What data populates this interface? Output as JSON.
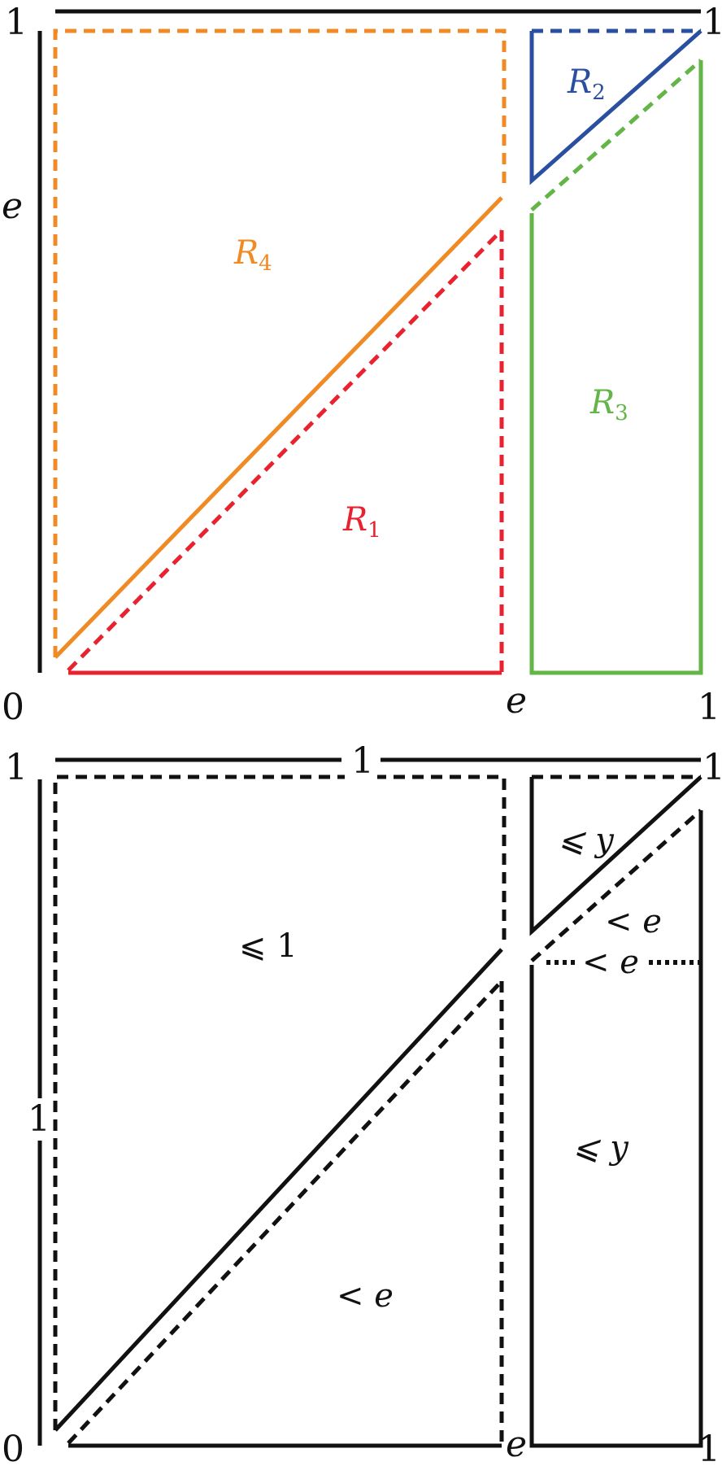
{
  "colors": {
    "black": "#111111",
    "red": "#e8222e",
    "blue": "#2a4fa0",
    "green": "#62b546",
    "orange": "#f08a24"
  },
  "top_panel": {
    "axis_labels": {
      "origin": "0",
      "x_e": "e",
      "x_one": "1",
      "y_one": "1",
      "y_e": "e",
      "corner_one": "1"
    },
    "regions": {
      "r1": {
        "main": "R",
        "sub": "1"
      },
      "r2": {
        "main": "R",
        "sub": "2"
      },
      "r3": {
        "main": "R",
        "sub": "3"
      },
      "r4": {
        "main": "R",
        "sub": "4"
      }
    }
  },
  "bottom_panel": {
    "axis_labels": {
      "origin": "0",
      "x_e": "e",
      "x_one": "1",
      "y_one": "1",
      "top_one": "1",
      "corner_one": "1",
      "left_one": "1"
    },
    "region_labels": {
      "upper_left": "⩽ 1",
      "lower_left": "< e",
      "upper_right": "⩽ y",
      "diag_right": "< e",
      "line_right": "< e",
      "lower_right": "⩽ y"
    }
  }
}
